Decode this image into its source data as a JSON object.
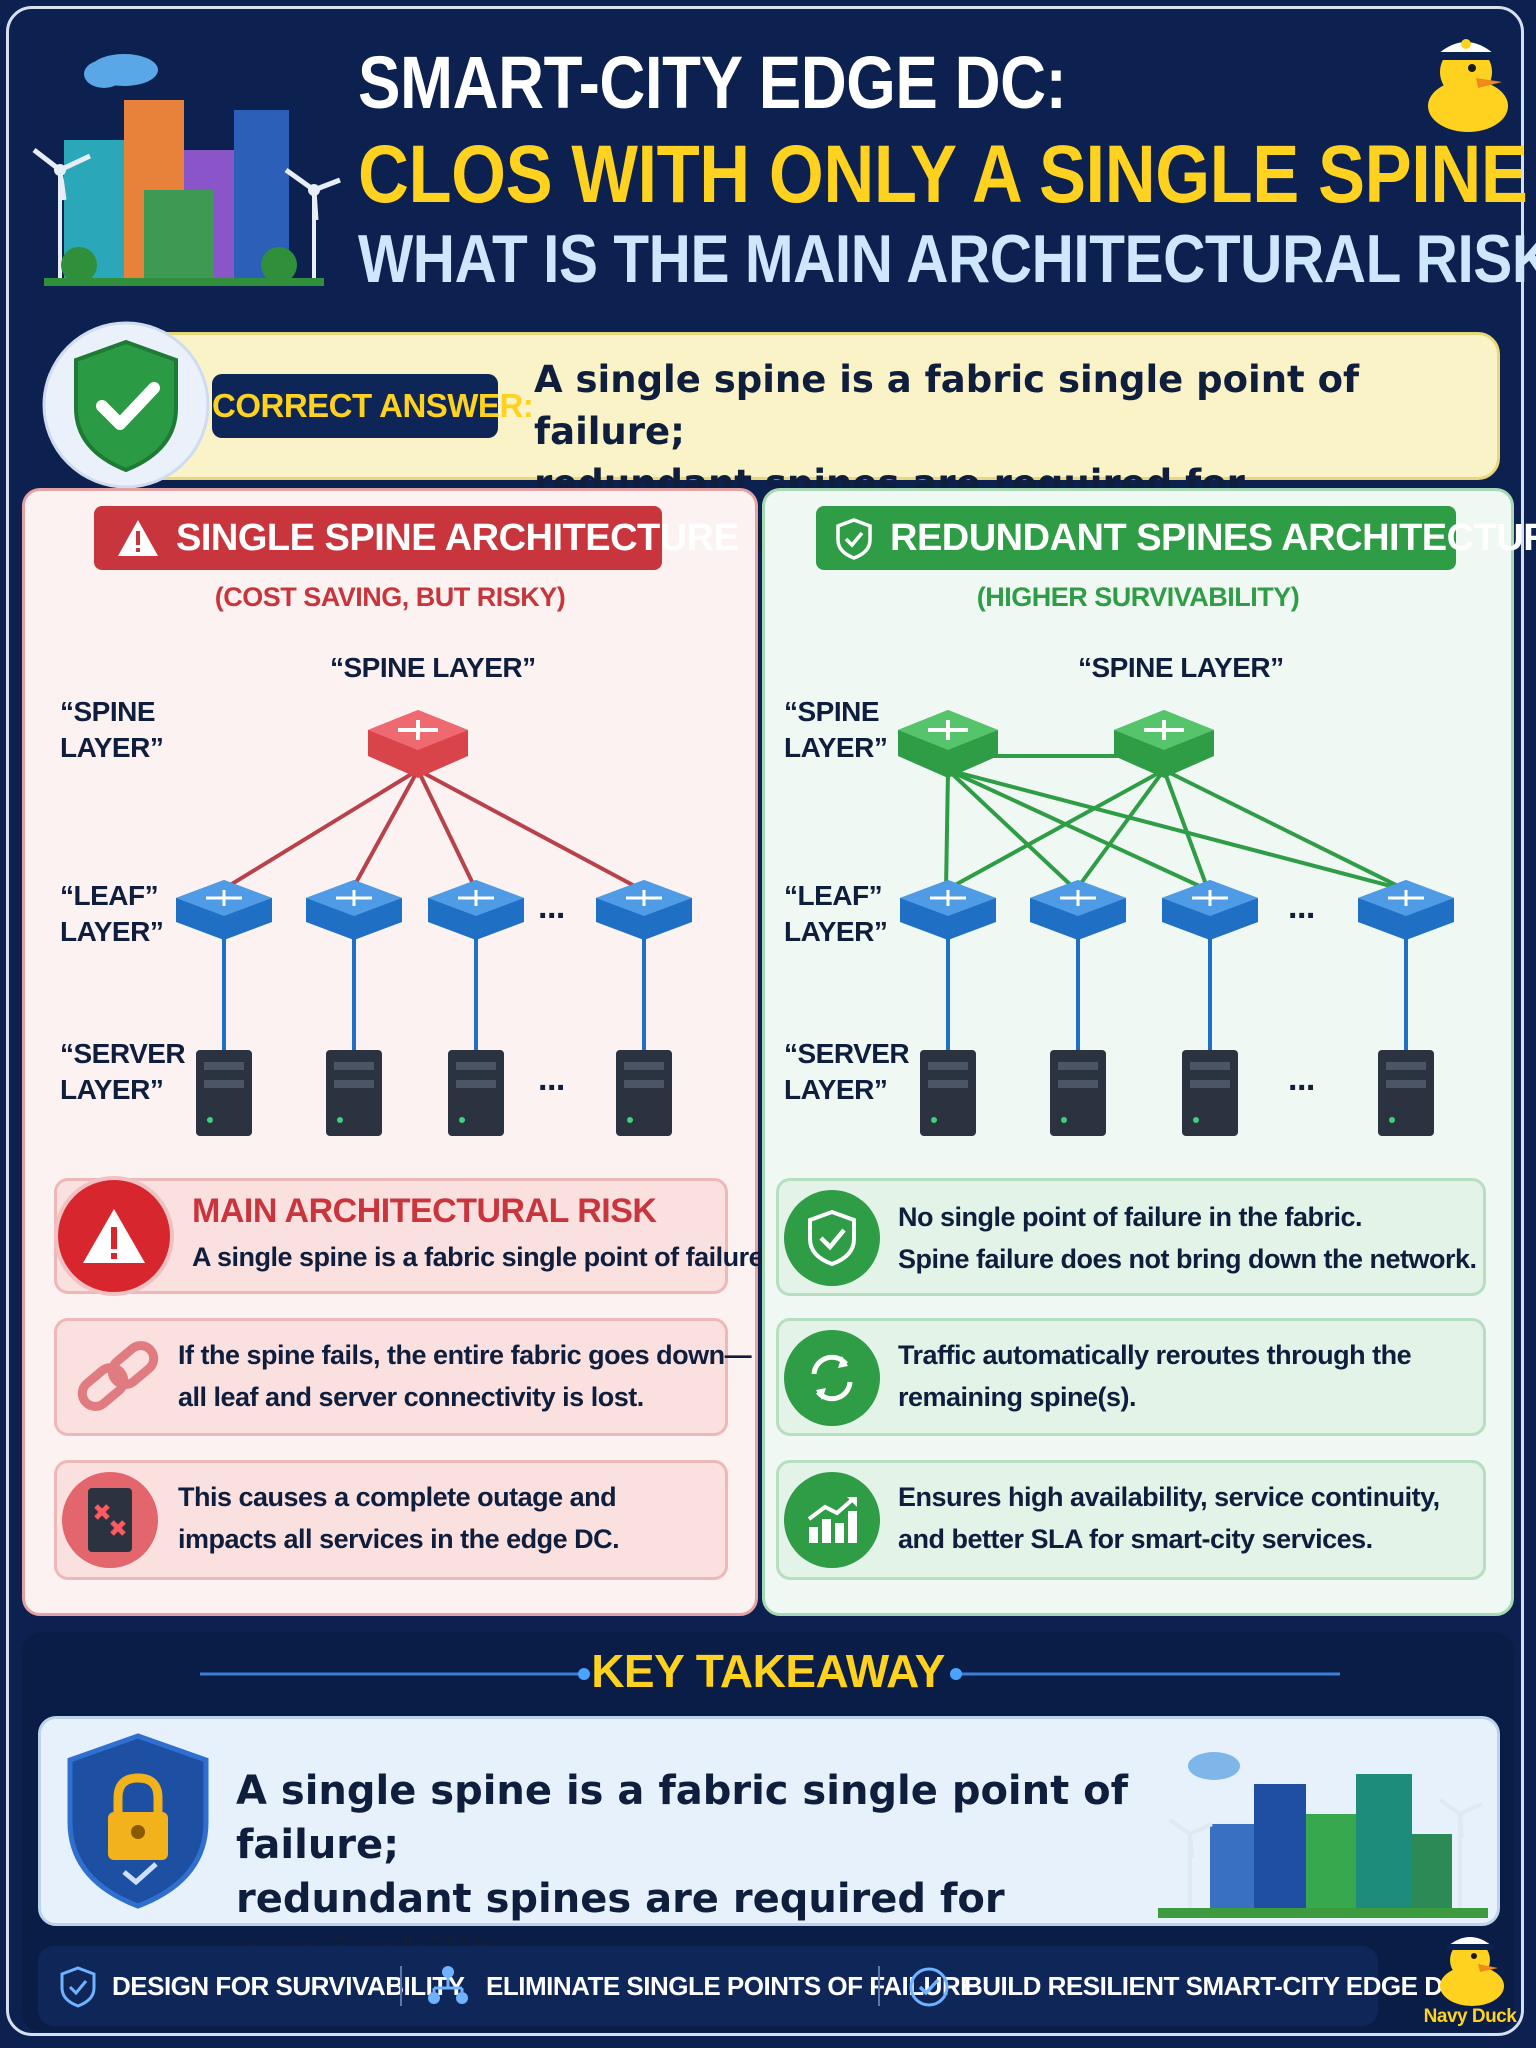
{
  "header": {
    "line1": "SMART-CITY EDGE DC:",
    "line2": "CLOS WITH ONLY A SINGLE SPINE",
    "line3": "WHAT IS THE MAIN ARCHITECTURAL RISK?"
  },
  "answer": {
    "label": "CORRECT ANSWER:",
    "line1": "A single spine is a fabric single point of failure;",
    "line2": "redundant spines are required for survivability"
  },
  "left": {
    "title": "SINGLE SPINE ARCHITECTURE",
    "subtitle": "(COST SAVING, BUT RISKY)",
    "spine_top_label": "“SPINE LAYER”",
    "spine_label_a": "“SPINE",
    "spine_label_b": "LAYER”",
    "leaf_label_a": "“LEAF”",
    "leaf_label_b": "LAYER”",
    "server_label_a": "“SERVER",
    "server_label_b": "LAYER”",
    "ellipsis": "...",
    "risk_title": "MAIN ARCHITECTURAL RISK",
    "risk_text": "A single spine is a fabric single point of failure.",
    "card2_line1": "If the spine fails, the entire fabric goes down—",
    "card2_line2": "all leaf and server connectivity is lost.",
    "card3_line1": "This causes a complete outage and",
    "card3_line2": "impacts all services in the edge DC."
  },
  "right": {
    "title": "REDUNDANT SPINES ARCHITECTURE",
    "subtitle": "(HIGHER SURVIVABILITY)",
    "spine_top_label": "“SPINE LAYER”",
    "spine_label_a": "“SPINE",
    "spine_label_b": "LAYER”",
    "leaf_label_a": "“LEAF”",
    "leaf_label_b": "LAYER”",
    "server_label_a": "“SERVER",
    "server_label_b": "LAYER”",
    "ellipsis": "...",
    "card1_line1": "No single point of failure in the fabric.",
    "card1_line2": "Spine failure does not bring down the network.",
    "card2_line1": "Traffic automatically reroutes through the",
    "card2_line2": "remaining spine(s).",
    "card3_line1": "Ensures high availability, service continuity,",
    "card3_line2": "and better SLA for smart-city services."
  },
  "takeaway": {
    "title": "KEY TAKEAWAY",
    "line1": "A single spine is a fabric single point of failure;",
    "line2": "redundant spines are required for survivability."
  },
  "footer": {
    "item1": "DESIGN FOR SURVIVABILITY",
    "item2": "ELIMINATE SINGLE POINTS OF FAILURE",
    "item3": "BUILD RESILIENT SMART-CITY EDGE DCs",
    "brand": "Navy Duck"
  },
  "colors": {
    "navy": "#0c2150",
    "yellow": "#ffd21f",
    "red": "#c9353c",
    "green": "#2f9c46",
    "leaf_blue": "#1f6fc4"
  },
  "icons": [
    "shield-check-icon",
    "warning-icon",
    "chain-link-icon",
    "server-fail-icon",
    "refresh-icon",
    "growth-chart-icon",
    "lock-shield-icon",
    "network-icon",
    "check-circle-icon",
    "duck-icon",
    "city-illustration"
  ]
}
